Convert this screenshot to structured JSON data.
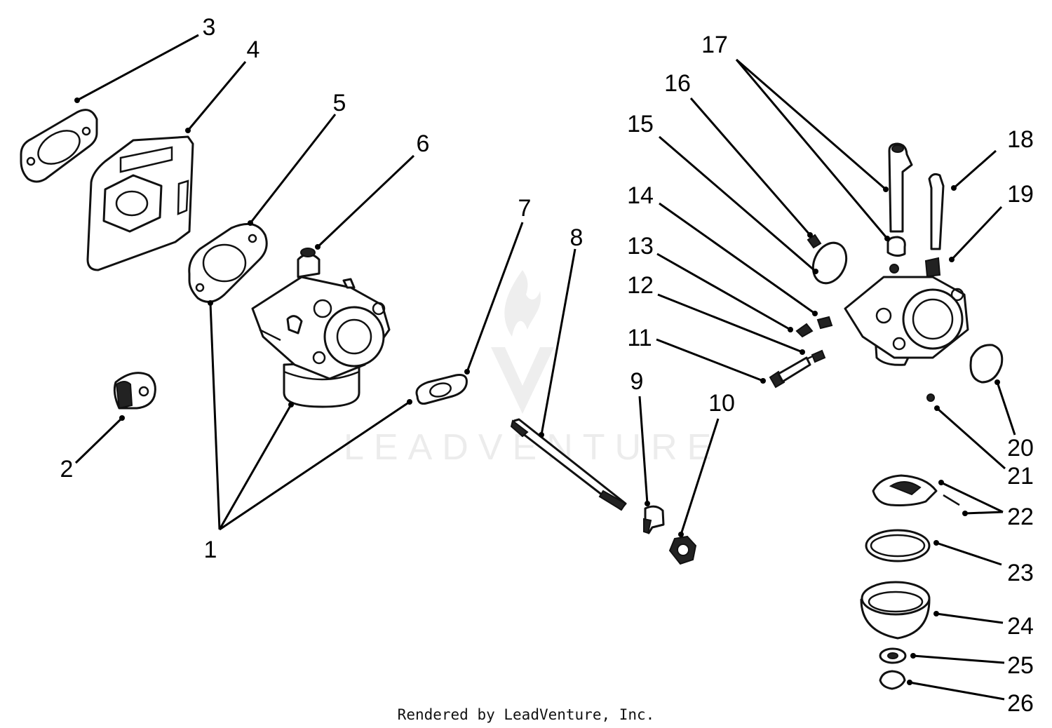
{
  "watermark": {
    "text": "LEADVENTURE"
  },
  "credit": "Rendered by LeadVenture, Inc.",
  "callouts": [
    "1",
    "2",
    "3",
    "4",
    "5",
    "6",
    "7",
    "8",
    "9",
    "10",
    "11",
    "12",
    "13",
    "14",
    "15",
    "16",
    "17",
    "18",
    "19",
    "20",
    "21",
    "22",
    "23",
    "24",
    "25",
    "26"
  ]
}
